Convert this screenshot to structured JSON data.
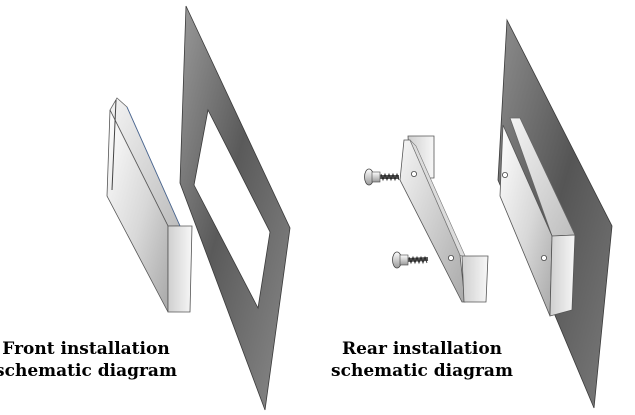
{
  "captions": {
    "front": {
      "line1": "Front installation",
      "line2": "schematic diagram"
    },
    "rear": {
      "line1": "Rear installation",
      "line2": "schematic diagram"
    }
  },
  "colors": {
    "panel_dark": "#555555",
    "panel_light": "#9a9a9a",
    "metal_light": "#f2f2f2",
    "metal_dark": "#8c8c8c",
    "outline": "#333333",
    "text": "#000000"
  }
}
